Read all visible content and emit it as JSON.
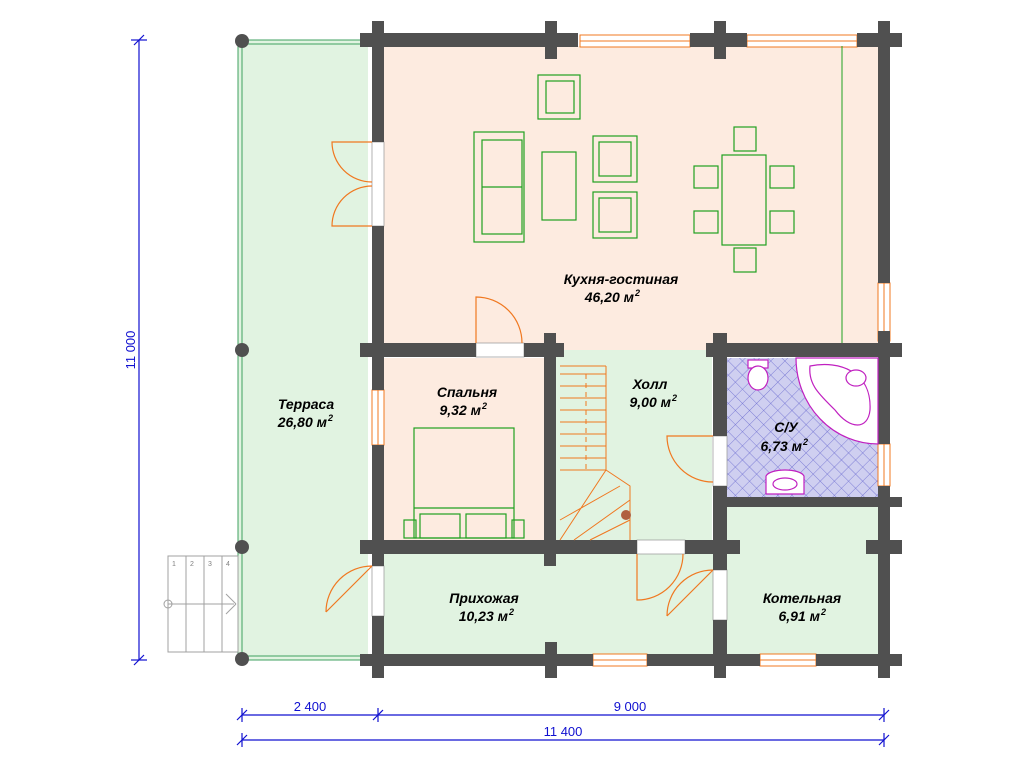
{
  "rooms": {
    "kitchen": {
      "name": "Кухня-гостиная",
      "area": "46,20 м",
      "sup": "2"
    },
    "bedroom": {
      "name": "Спальня",
      "area": "9,32 м",
      "sup": "2"
    },
    "hall": {
      "name": "Холл",
      "area": "9,00 м",
      "sup": "2"
    },
    "bathroom": {
      "name": "С/У",
      "area": "6,73 м",
      "sup": "2"
    },
    "terrace": {
      "name": "Терраса",
      "area": "26,80 м",
      "sup": "2"
    },
    "entrance": {
      "name": "Прихожая",
      "area": "10,23 м",
      "sup": "2"
    },
    "boiler": {
      "name": "Котельная",
      "area": "6,91 м",
      "sup": "2"
    }
  },
  "dimensions": {
    "height_total": "11 000",
    "width_terrace": "2 400",
    "width_house": "9 000",
    "width_total": "11 400"
  },
  "stairs": {
    "steps": [
      "1",
      "2",
      "3",
      "4"
    ]
  },
  "colors": {
    "wall": "#505050",
    "kitchen_fill": "#fdebe0",
    "green_fill": "#e1f3e1",
    "bedroom_fill": "#fdebe0",
    "bath_fill": "#c8c8ee",
    "door": "#f07820",
    "furniture": "#20a020",
    "dimension": "#1010d0"
  }
}
